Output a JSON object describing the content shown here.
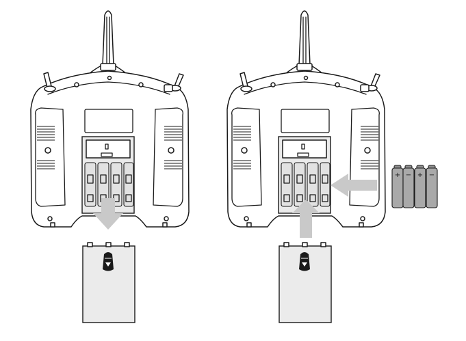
{
  "figure": {
    "panels": [
      {
        "name": "remove-cover-step",
        "arrow_direction": "down"
      },
      {
        "name": "insert-batteries-step",
        "arrow_direction": "up-and-left"
      }
    ],
    "battery_polarity_labels": [
      "+",
      "−",
      "+",
      "−"
    ],
    "battery_count": 4,
    "colors": {
      "line": "#1a1a1a",
      "arrow": "#c9c9c9",
      "battery": "#a9a9a9",
      "cover": "#ebebeb"
    }
  }
}
